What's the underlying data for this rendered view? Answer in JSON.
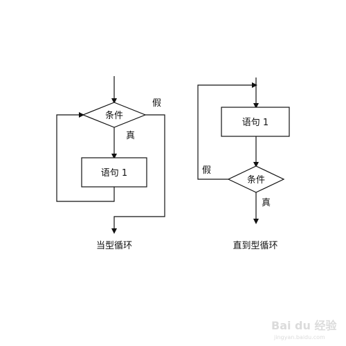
{
  "left_diagram": {
    "condition_label": "条件",
    "statement_label": "语句 1",
    "true_label": "真",
    "false_label": "假",
    "caption": "当型循环"
  },
  "right_diagram": {
    "condition_label": "条件",
    "statement_label": "语句 1",
    "true_label": "真",
    "false_label": "假",
    "caption": "直到型循环"
  },
  "watermark": {
    "brand": "Bai du 经验",
    "url": "jingyan.baidu.com"
  }
}
